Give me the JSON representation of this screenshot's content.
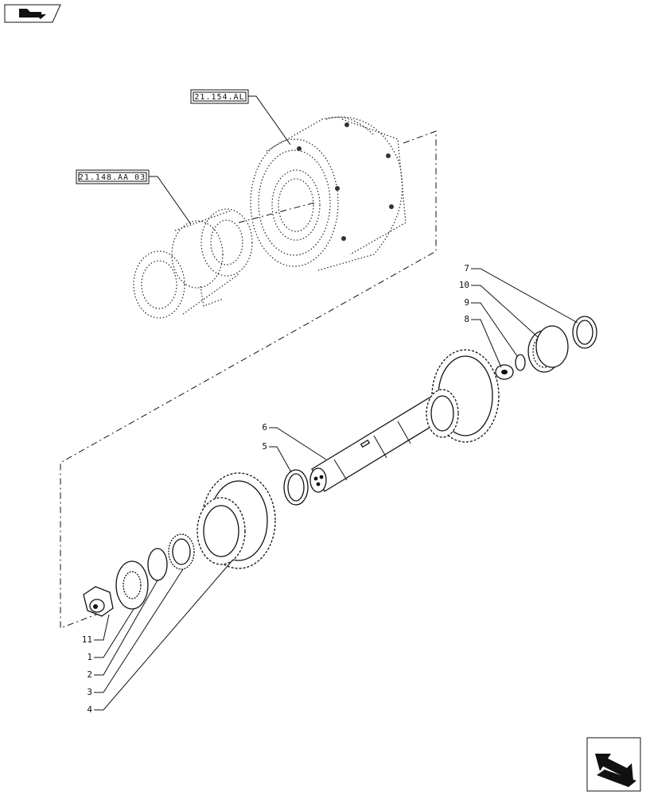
{
  "references": {
    "upper_assembly": "21.154.AL",
    "lower_assembly": "21.148.AA 03"
  },
  "callouts": [
    {
      "id": "c7",
      "label": "7"
    },
    {
      "id": "c10",
      "label": "10"
    },
    {
      "id": "c9",
      "label": "9"
    },
    {
      "id": "c8",
      "label": "8"
    },
    {
      "id": "c6",
      "label": "6"
    },
    {
      "id": "c5",
      "label": "5"
    },
    {
      "id": "c11",
      "label": "11"
    },
    {
      "id": "c1",
      "label": "1"
    },
    {
      "id": "c2",
      "label": "2"
    },
    {
      "id": "c3",
      "label": "3"
    },
    {
      "id": "c4",
      "label": "4"
    }
  ],
  "icons": {
    "top_left": "folder-arrow-icon",
    "bottom_right": "next-page-arrow-icon"
  }
}
